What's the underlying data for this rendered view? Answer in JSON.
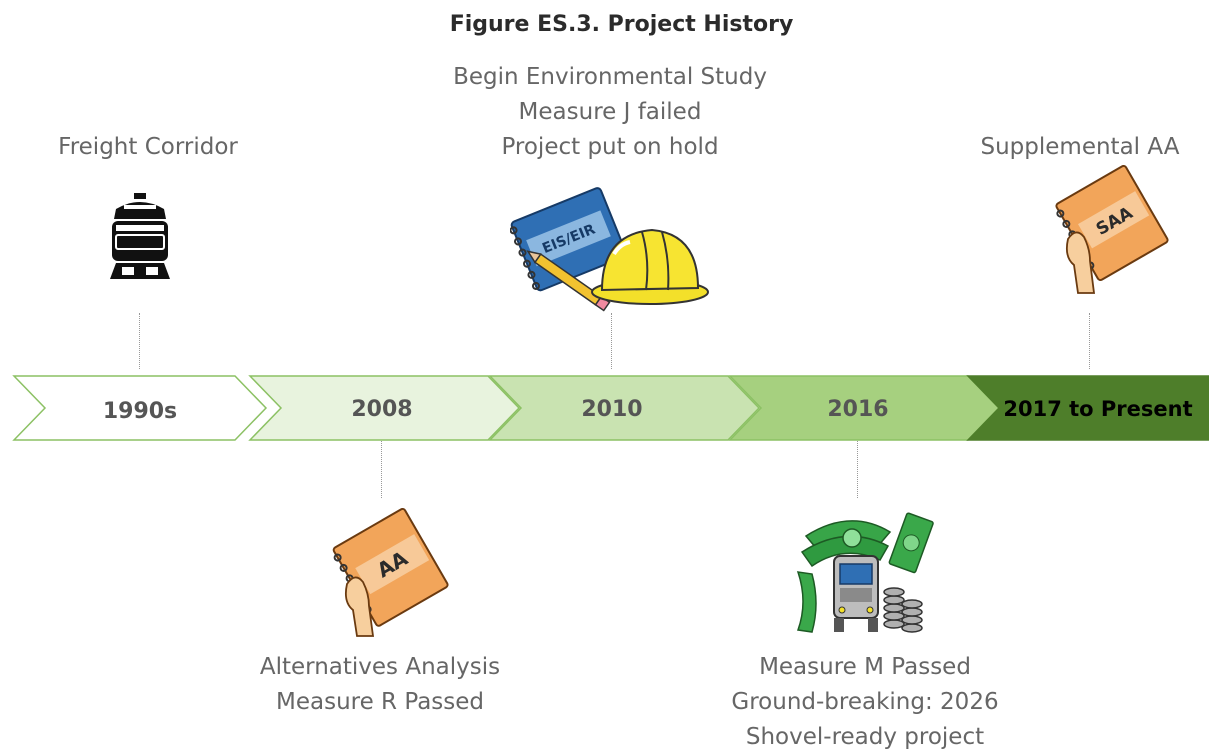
{
  "title": "Figure ES.3. Project History",
  "milestones": [
    {
      "period": "1990s",
      "above": [
        "Freight Corridor"
      ],
      "icon": "train-icon"
    },
    {
      "period": "2008",
      "below": [
        "Alternatives Analysis",
        "Measure R Passed"
      ],
      "icon": "aa-report-icon",
      "icon_text": "AA"
    },
    {
      "period": "2010",
      "above": [
        "Begin Environmental Study",
        "Measure J failed",
        "Project put on hold"
      ],
      "icon": "eis-eir-notebook-hardhat-icon",
      "icon_text": "EIS/EIR"
    },
    {
      "period": "2016",
      "below": [
        "Measure M Passed",
        "Ground-breaking: 2026",
        "Shovel-ready project"
      ],
      "icon": "money-bus-coins-icon"
    },
    {
      "period": "2017 to Present",
      "above": [
        "Supplemental AA"
      ],
      "icon": "saa-report-icon",
      "icon_text": "SAA"
    }
  ],
  "colors": {
    "arrow_1": "#ffffff",
    "arrow_2": "#e8f3de",
    "arrow_3": "#c9e3b1",
    "arrow_4": "#a6d07f",
    "arrow_5": "#4e7e2a",
    "arrow_border": "#8cc164",
    "text_light": "#555555",
    "text_dark": "#000000"
  }
}
